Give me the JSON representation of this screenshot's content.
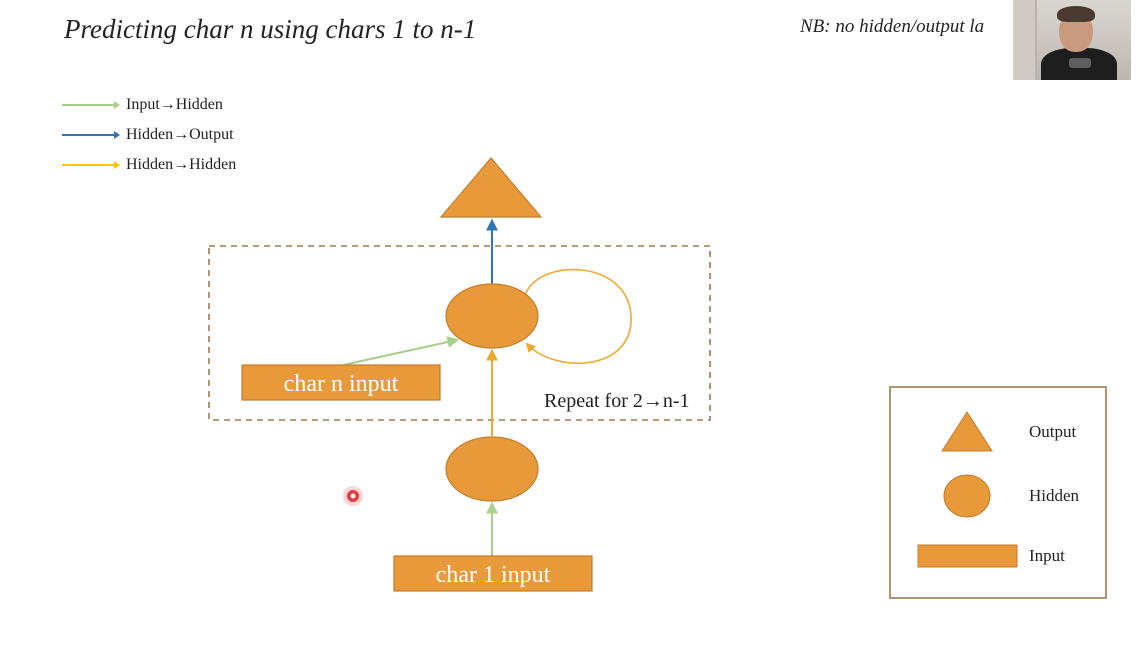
{
  "slide": {
    "title": "Predicting char n using chars 1 to n-1",
    "note": "NB: no hidden/output la"
  },
  "legend": [
    {
      "label": "Input→Hidden",
      "color": "#a9cf8c"
    },
    {
      "label": "Hidden→Output",
      "color": "#2e75b6"
    },
    {
      "label": "Hidden→Hidden",
      "color": "#ffc000"
    }
  ],
  "diagram": {
    "char_n_label": "char n input",
    "char_1_label": "char 1 input",
    "repeat_label": "Repeat for 2→n-1"
  },
  "key": {
    "output_label": "Output",
    "hidden_label": "Hidden",
    "input_label": "Input"
  },
  "colors": {
    "node_fill": "#e8993a",
    "node_stroke": "#c47d2a",
    "box_border": "#a07a4a"
  },
  "webcam": {
    "present": true
  }
}
